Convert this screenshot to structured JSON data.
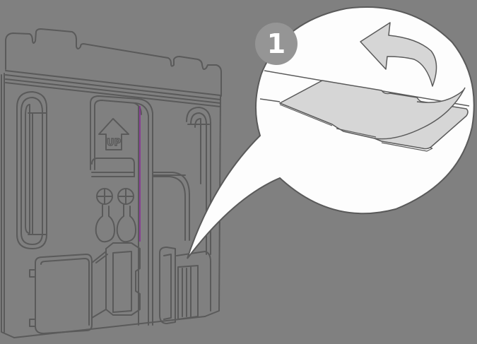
{
  "diagram": {
    "subject": "wall mounting bracket with adhesive liner removal",
    "step_number": "1",
    "bracket_label": "UP",
    "colors": {
      "background": "#808080",
      "line": "#5a5a5a",
      "callout_fill": "#fdfdfd",
      "liner_fill": "#d6d6d6",
      "badge_fill": "#959595",
      "badge_text": "#ffffff",
      "accent_line": "#8a2a9a"
    },
    "callout": {
      "description": "Peel adhesive liner from pad in direction of curved arrow"
    }
  }
}
